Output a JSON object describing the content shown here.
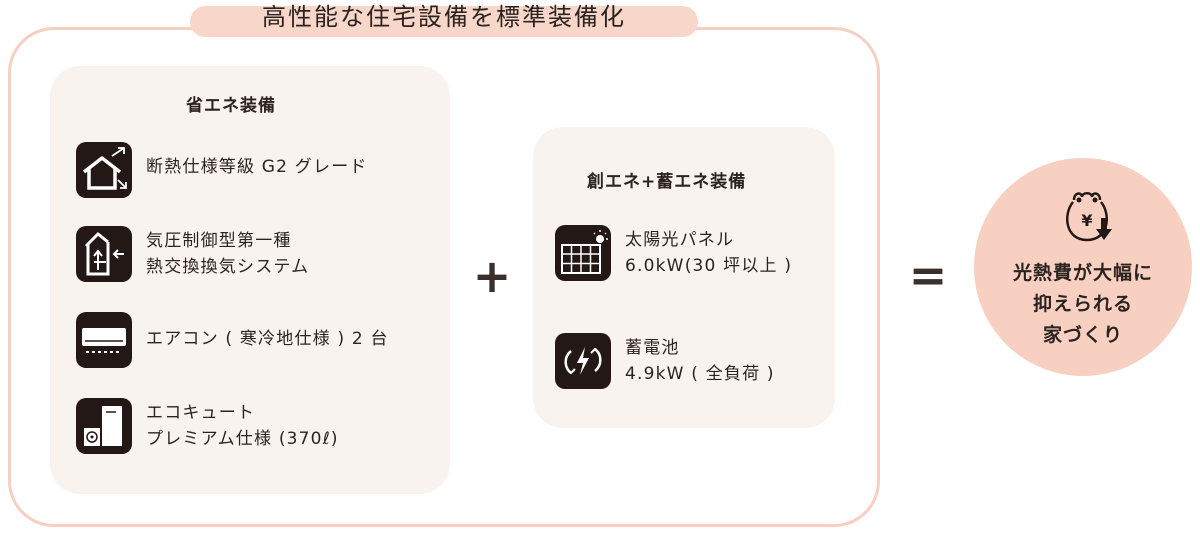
{
  "header": {
    "title": "高性能な住宅設備を標準装備化"
  },
  "energy_saving": {
    "heading": "省エネ装備",
    "items": [
      {
        "icon": "house-insulation-icon",
        "line1": "断熱仕様等級 G2 グレード",
        "line2": ""
      },
      {
        "icon": "ventilation-icon",
        "line1": "気圧制御型第一種",
        "line2": "熱交換換気システム"
      },
      {
        "icon": "air-conditioner-icon",
        "line1": "エアコン ( 寒冷地仕様 ) 2 台",
        "line2": ""
      },
      {
        "icon": "water-heater-icon",
        "line1": "エコキュート",
        "line2": "プレミアム仕様 (370ℓ)"
      }
    ]
  },
  "operators": {
    "plus": "+",
    "equals": "="
  },
  "energy_creation": {
    "heading": "創エネ+蓄エネ装備",
    "items": [
      {
        "icon": "solar-panel-icon",
        "line1": "太陽光パネル",
        "line2": "6.0kW(30 坪以上 )"
      },
      {
        "icon": "battery-icon",
        "line1": "蓄電池",
        "line2": "4.9kW ( 全負荷 )"
      }
    ]
  },
  "result": {
    "icon": "yen-wallet-down-icon",
    "currency_symbol": "¥",
    "line1": "光熱費が大幅に",
    "line2": "抑えられる",
    "line3": "家づくり"
  },
  "colors": {
    "frame_border": "#f7cfc1",
    "title_pill": "#f8d6c9",
    "panel_bg": "#f9f3ef",
    "icon_bg": "#231815",
    "result_circle": "#f8d0c2",
    "text": "#2b2320"
  }
}
